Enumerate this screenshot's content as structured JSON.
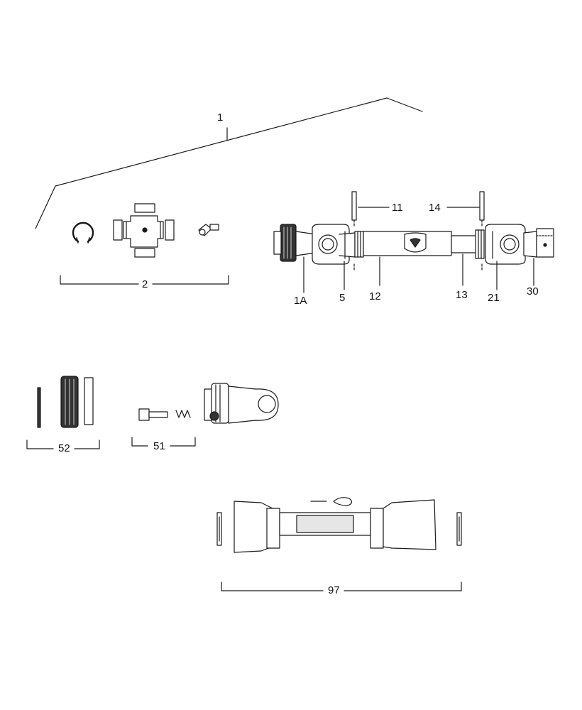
{
  "callouts": {
    "assembly": "1",
    "kit_cross": "2",
    "yoke_1a": "1A",
    "cross_5": "5",
    "tube_12": "12",
    "tube_13": "13",
    "pin_11": "11",
    "pin_14": "14",
    "cross_21": "21",
    "yoke_30": "30",
    "lock_51": "51",
    "collar_52": "52",
    "guard_97": "97"
  },
  "colors": {
    "line": "#1a1a1a",
    "fill": "#ffffff",
    "shade": "#e6e6e6"
  }
}
